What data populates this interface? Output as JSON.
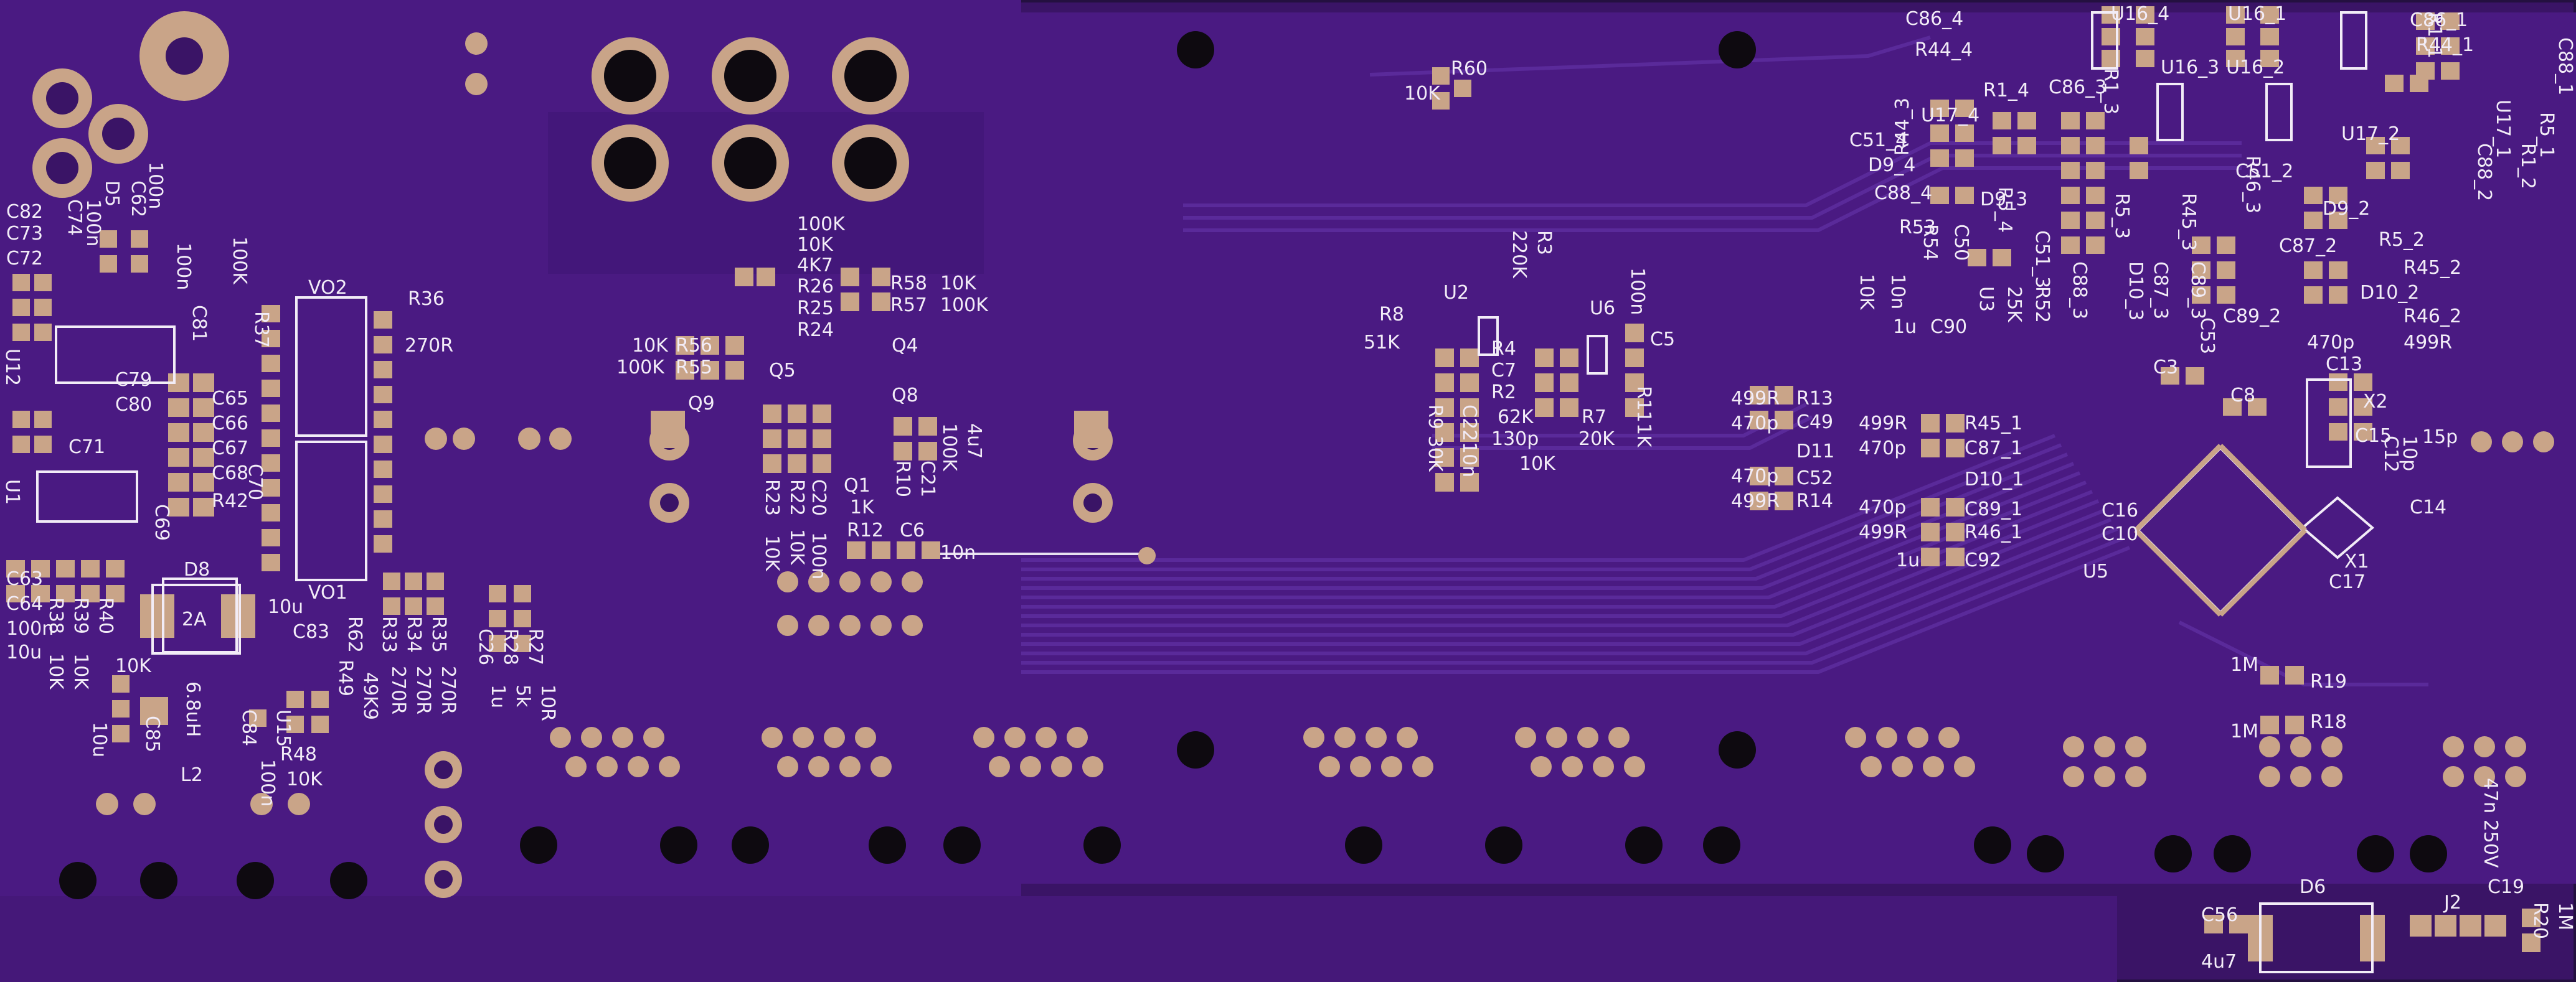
{
  "board": {
    "colors": {
      "background": "#3a1466",
      "copper_pour": "#4a1a82",
      "trace": "#5a2a9a",
      "pad": "#c9a488",
      "hole": "#0e0a10",
      "silkscreen": "#f2ecf7"
    }
  },
  "labels": {
    "c86_4": "C86_4",
    "u16_4": "U16_4",
    "u16_1": "U16_1",
    "c86_1": "C86_1",
    "r44_4": "R44_4",
    "r44_1": "R44_1",
    "c88_1": "C88_1",
    "r1_1": "R1_1",
    "r60": "R60",
    "r60_val": "10K",
    "r1_4": "R1_4",
    "c86_3": "C86_3",
    "u16_3": "U16_3",
    "u16_2": "U16_2",
    "u17_1": "U17_1",
    "r5_1": "R5_1",
    "u17_4": "U17_4",
    "c51_4": "C51_4",
    "r44_3": "R44_3",
    "u17_2": "U17_2",
    "c88_2": "C88_2",
    "r1_2": "R1_2",
    "d9_4": "D9_4",
    "c88_4": "C88_4",
    "d9_3": "D9_3",
    "r1_3": "R1_3",
    "c51_2": "C51_2",
    "d9_2": "D9_2",
    "r5_3": "R5_3",
    "r45_3": "R45_3",
    "r46_3": "R46_3",
    "r5_2": "R5_2",
    "c87_2": "C87_2",
    "r45_2": "R45_2",
    "r53": "R53",
    "r5_4": "R5_4",
    "c50": "C50",
    "r54": "R54",
    "c51_3": "C51_3",
    "c88_3": "C88_3",
    "d10_3": "D10_3",
    "c87_3": "C87_3",
    "c89_3": "C89_3",
    "c89_2": "C89_2",
    "d10_2": "D10_2",
    "r46_2": "R46_2",
    "r46_2_val": "499R",
    "c89_2_val": "470p",
    "r52": "R52",
    "u3": "U3",
    "c90": "C90",
    "v25k": "25K",
    "v1u_a": "1u",
    "v10k_r54": "10K",
    "v10n_c50": "10n",
    "c53": "C53",
    "c3": "C3",
    "c8": "C8",
    "c13": "C13",
    "x2": "X2",
    "c12": "C12",
    "c12_val": "10p",
    "c15": "C15",
    "c15_val": "15p",
    "c14": "C14",
    "c16": "C16",
    "c10": "C10",
    "x1": "X1",
    "u5": "U5",
    "c17": "C17",
    "r19": "R19",
    "r19_val": "1M",
    "r18": "R18",
    "r18_val": "1M",
    "c19": "C19",
    "c19_val": "47n 250V",
    "r20": "R20",
    "r20_val": "1M",
    "d6": "D6",
    "j2": "J2",
    "c56": "C56",
    "c56_val": "4u7",
    "u2": "U2",
    "u6": "U6",
    "r3": "R3",
    "r3_val": "220K",
    "c5": "C5",
    "c5_val": "100n",
    "r8": "R8",
    "r8_val": "51K",
    "r4": "R4",
    "c7": "C7",
    "r2": "R2",
    "r7": "R7",
    "r11": "R11",
    "r11_val": "1K",
    "v62k": "62K",
    "v130p": "130p",
    "v10k_c": "10K",
    "v20k": "20K",
    "r9": "R9",
    "r9_val": "30K",
    "c22": "C22",
    "c22_val": "10n",
    "r13": "R13",
    "r13_val": "499R",
    "c49": "C49",
    "c49_val": "470p",
    "d11": "D11",
    "c52": "C52",
    "c52_val": "470p",
    "r14": "R14",
    "r14_val": "499R",
    "r45_1": "R45_1",
    "r45_1_val": "499R",
    "c87_1": "C87_1",
    "c87_1_val": "470p",
    "d10_1": "D10_1",
    "c89_1": "C89_1",
    "c89_1_val": "470p",
    "r46_1": "R46_1",
    "r46_1_val": "499R",
    "c92": "C92",
    "c92_val": "1u",
    "r58": "R58",
    "r58_val": "10K",
    "r57": "R57",
    "r57_val": "100K",
    "r26": "R26",
    "r25": "R25",
    "r24": "R24",
    "v100k": "100K",
    "v10k": "10K",
    "v4k7": "4K7",
    "q4": "Q4",
    "q8": "Q8",
    "q5": "Q5",
    "q9": "Q9",
    "q1": "Q1",
    "r56": "R56",
    "r56_val": "10K",
    "r55": "R55",
    "r55_val": "100K",
    "r23": "R23",
    "r22": "R22",
    "r22_val": "10K",
    "c20": "C20",
    "c20_val": "100n",
    "r23_val": "10K",
    "q1_val": "1K",
    "r12": "R12",
    "c6": "C6",
    "c6_val": "10n",
    "r10": "R10",
    "r10_val": "100K",
    "c21": "C21",
    "c21_val": "4u7",
    "vo2": "VO2",
    "vo1": "VO1",
    "r36": "R36",
    "r36_val": "270R",
    "r37": "R37",
    "r37_val": "100K",
    "c81": "C81",
    "c81_val": "100n",
    "c65": "C65",
    "c66": "C66",
    "c67": "C67",
    "c68": "C68",
    "c70": "C70",
    "r42": "R42",
    "c79": "C79",
    "c80": "C80",
    "c71": "C71",
    "c69": "C69",
    "u12": "U12",
    "u1": "U1",
    "c82": "C82",
    "c73": "C73",
    "c72": "C72",
    "c74": "C74",
    "c74_val": "100n",
    "d5": "D5",
    "c62": "C62",
    "c62_val": "100n",
    "c63": "C63",
    "c64": "C64",
    "c64_val": "100n",
    "v10u": "10u",
    "r38": "R38",
    "r39": "R39",
    "r40": "R40",
    "r38_val": "10K",
    "r39_val": "10K",
    "d8": "D8",
    "d8_val": "2A",
    "c83": "C83",
    "c83_val": "10u",
    "c85": "C85",
    "c85_val": "10u",
    "v10k_r": "10K",
    "l2": "L2",
    "l2_val": "6.8uH",
    "c84": "C84",
    "c84_val": "100n",
    "u15": "U15",
    "r48": "R48",
    "r48_val": "10K",
    "r49": "R49",
    "r49_val": "49K9",
    "r62": "R62",
    "r33": "R33",
    "r33_val": "270R",
    "r34": "R34",
    "r34_val": "270R",
    "r35": "R35",
    "r35_val": "270R",
    "c26": "C26",
    "c26_val": "1u",
    "r28": "R28",
    "r28_val": "5k",
    "r27": "R27",
    "r27_val": "10R"
  }
}
